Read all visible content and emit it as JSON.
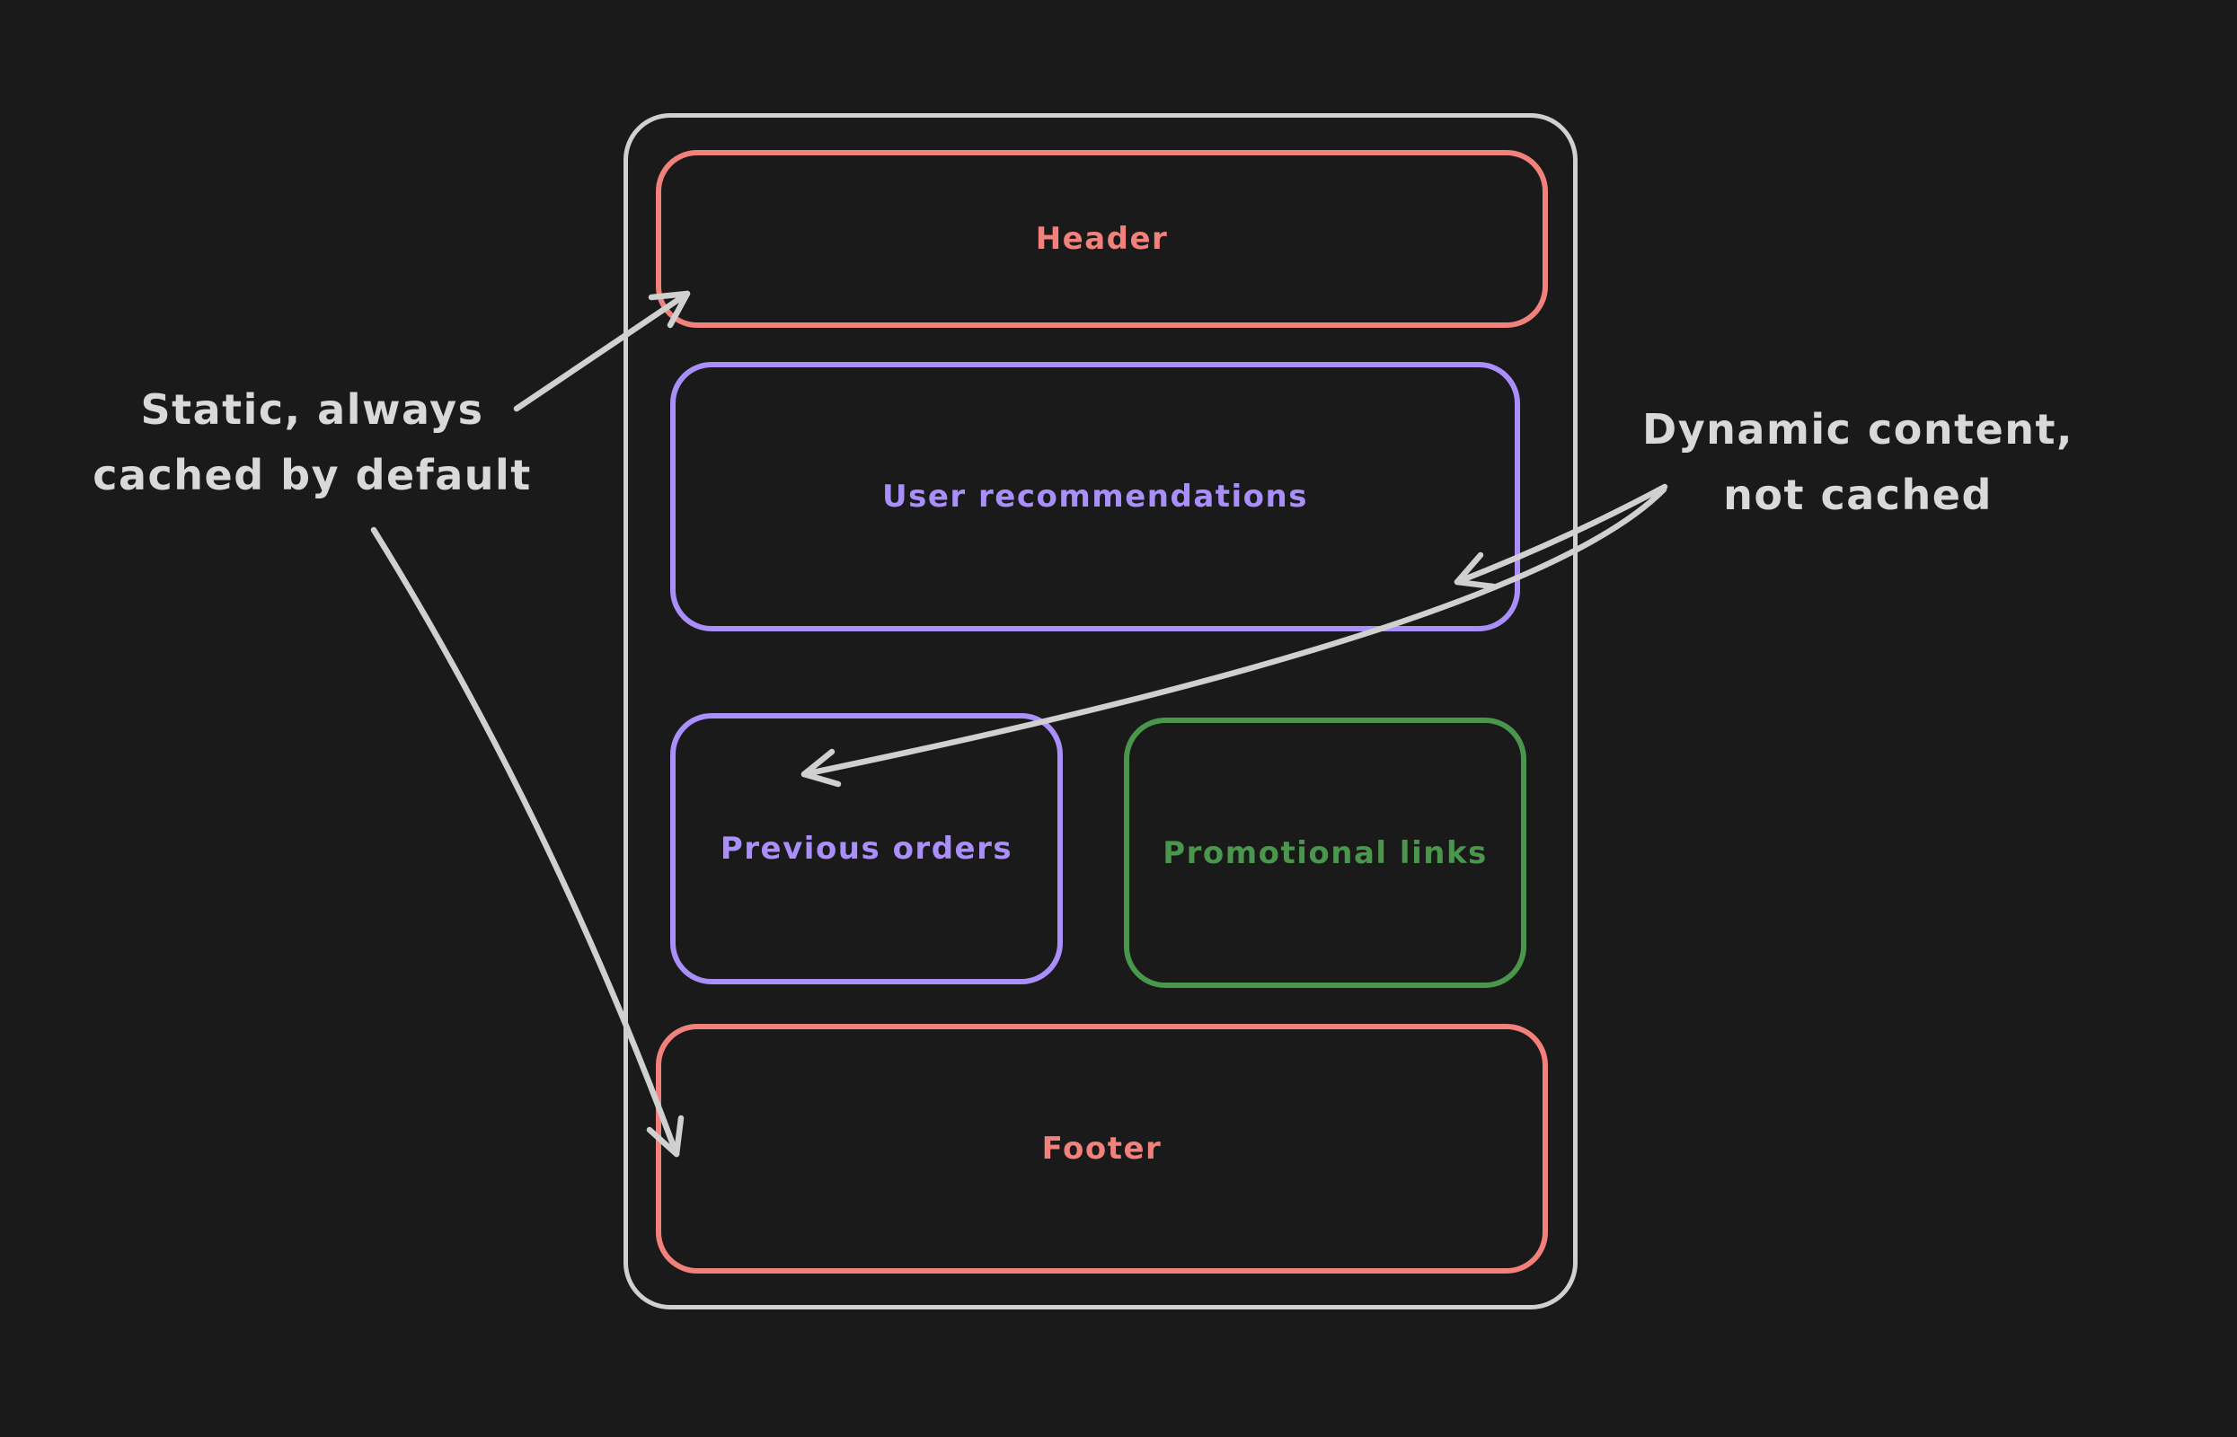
{
  "colors": {
    "background": "#1a1a1a",
    "frame_stroke": "#d0d0d0",
    "arrow_stroke": "#d0d0d0",
    "annotation_text": "#d9d9d9",
    "static_red": "#f3817b",
    "dynamic_purple": "#aa8efa",
    "dynamic_green": "#4a964d"
  },
  "boxes": {
    "header": {
      "label": "Header"
    },
    "user_recommendations": {
      "label": "User recommendations"
    },
    "previous_orders": {
      "label": "Previous orders"
    },
    "promotional_links": {
      "label": "Promotional links"
    },
    "footer": {
      "label": "Footer"
    }
  },
  "annotations": {
    "static_note": {
      "line1": "Static, always",
      "line2": "cached by default"
    },
    "dynamic_note": {
      "line1": "Dynamic content,",
      "line2": "not cached"
    }
  }
}
